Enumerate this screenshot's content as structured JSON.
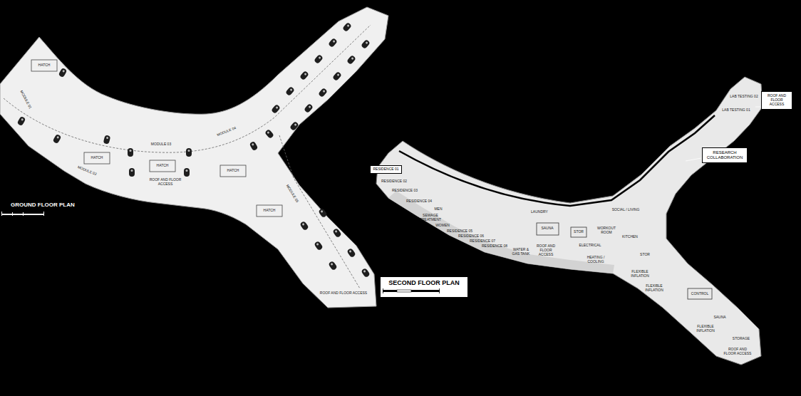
{
  "diagram": {
    "nodes": [
      {
        "text": [
          "ROOF AND FLOOR ACCESS"
        ]
      },
      {
        "text": [
          "RESEARCH COLLABORATION"
        ]
      },
      {
        "text": [
          "RESIDENCE 01"
        ]
      },
      {
        "text": [
          "SECOND FLOOR PLAN"
        ]
      }
    ],
    "labels": [
      "HATCH",
      "MODULE 01",
      "MODULE 02",
      "MODULE 03",
      "MODULE 04",
      "HATCH",
      "HATCH",
      "ROOF AND FLOOR ACCESS",
      "HATCH",
      "MODULE 05",
      "HATCH",
      "ROOF AND FLOOR ACCESS",
      "GROUND FLOOR PLAN",
      "RESIDENCE 02",
      "RESIDENCE 03",
      "RESIDENCE 04",
      "MEN",
      "SEWAGE TREATMENT",
      "WOMEN",
      "RESIDENCE 05",
      "RESIDENCE 06",
      "RESIDENCE 07",
      "RESIDENCE 08",
      "WATER & GAS TANK",
      "ROOF AND FLOOR ACCESS",
      "LAUNDRY",
      "SAUNA",
      "STOR",
      "ELECTRICAL",
      "HEATING / COOLING",
      "WORKOUT ROOM",
      "SOCIAL / LIVING",
      "KITCHEN",
      "STOR",
      "FLEXIBLE INFLATION",
      "FLEXIBLE INFLATION",
      "CONTROL",
      "SAUNA",
      "FLEXIBLE INFLATION",
      "STORAGE",
      "ROOF AND FLOOR ACCESS",
      "LAB TESTING 02",
      "LAB TESTING 01"
    ]
  }
}
